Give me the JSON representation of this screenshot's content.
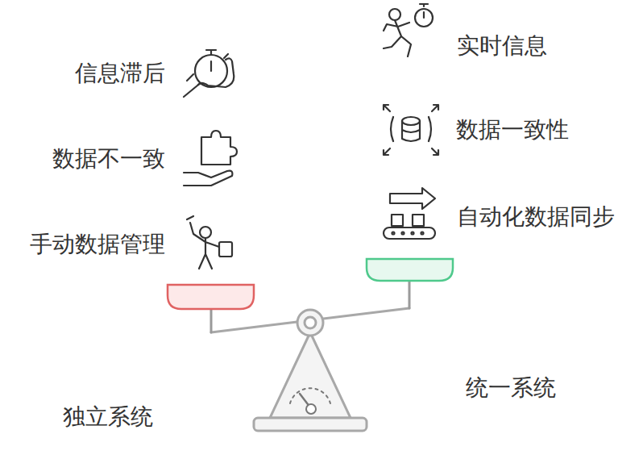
{
  "diagram": {
    "labels": [
      "实时信息",
      "信息滞后",
      "数据一致性",
      "数据不一致",
      "自动化数据同步",
      "手动数据管理",
      "统一系统",
      "独立系统"
    ]
  }
}
